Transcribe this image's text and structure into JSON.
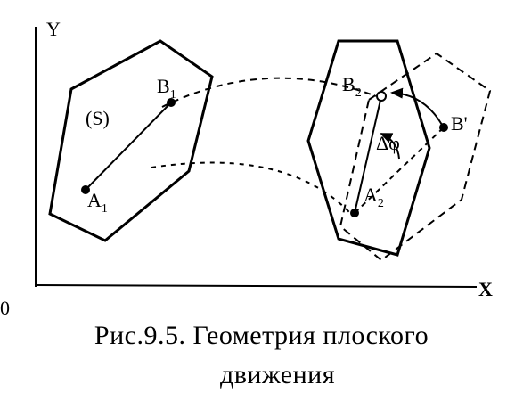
{
  "axes": {
    "y_label": "Y",
    "x_label": "X",
    "origin_label": "0"
  },
  "points": {
    "a1": "A",
    "a1_sub": "1",
    "b1": "B",
    "b1_sub": "1",
    "a2": "A",
    "a2_sub": "2",
    "b2": "B",
    "b2_sub": "2",
    "b_prime": "B'"
  },
  "region_label": "(S)",
  "angle_label": "Δφ",
  "caption": {
    "line1": "Рис.9.5. Геометрия плоского",
    "line2": "движения"
  }
}
